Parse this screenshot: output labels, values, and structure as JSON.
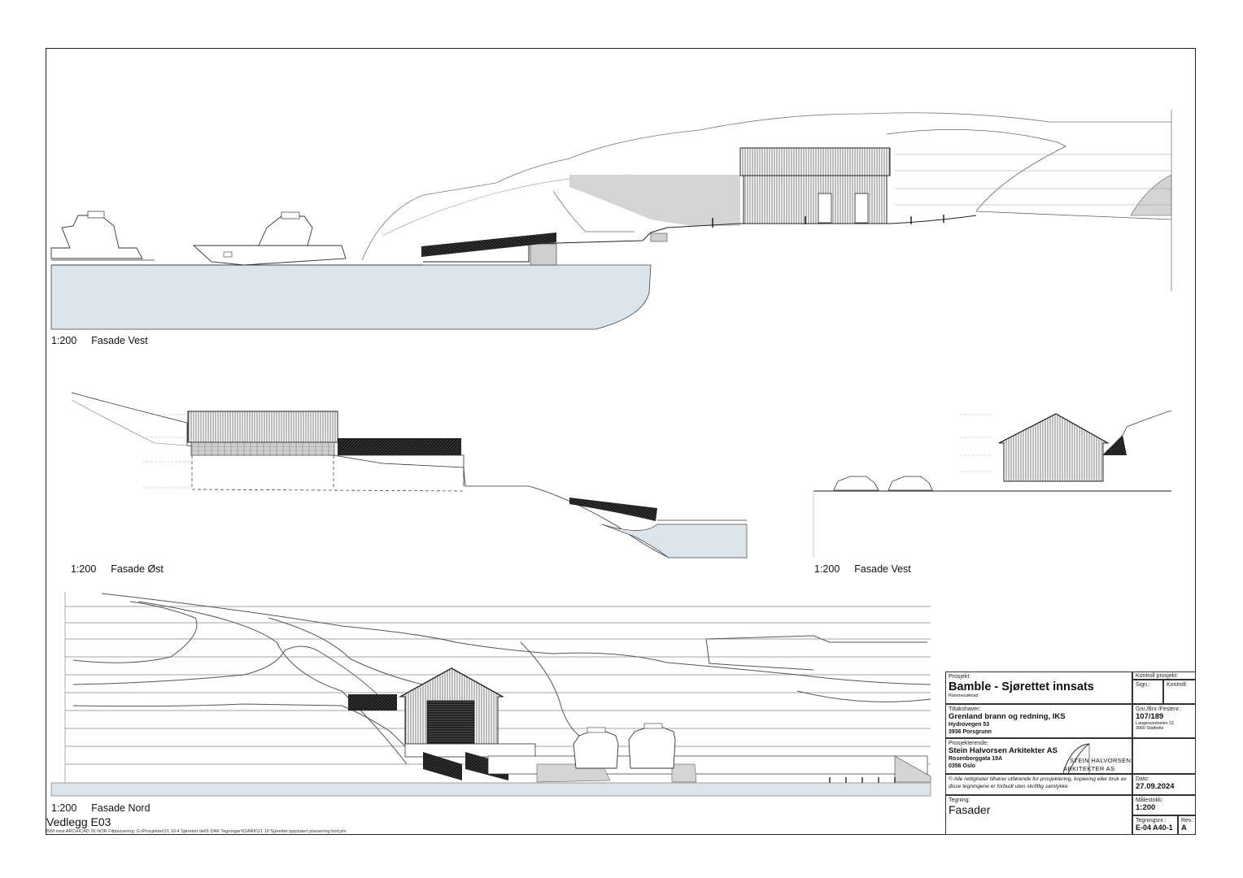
{
  "views": [
    {
      "scale": "1:200",
      "title": "Fasade Vest"
    },
    {
      "scale": "1:200",
      "title": "Fasade Øst"
    },
    {
      "scale": "1:200",
      "title": "Fasade Vest"
    },
    {
      "scale": "1:200",
      "title": "Fasade Nord"
    }
  ],
  "vedlegg": "Vedlegg E03",
  "filepath": "BIM med ARCHICAD 26 NOR Filplassering: G:\\Prosjekter\\21 10.4 Sjørettet del\\6 DAK Tegninger\\62ARK\\21 10 Sjørettet oppdatert plassering bod.pln",
  "titleblock": {
    "prosjekt_label": "Prosjekt:",
    "prosjekt": "Bamble - Sjørettet innsats",
    "prosjekt_sub": "Rammesøknad",
    "kontroll_label": "Kontroll prosjekt:",
    "sign_label": "Sign.:",
    "kontroll_sub_label": "Kontroll:",
    "tiltakshaver_label": "Tiltakshaver:",
    "tiltakshaver": "Grenland brann og redning, IKS",
    "tiltakshaver_addr1": "Hydrovegen 53",
    "tiltakshaver_addr2": "3936 Porsgrunn",
    "gnr_label": "Gnr./Bnr./Festenr.:",
    "gnr": "107/189",
    "gnr_addr1": "Langesundveien 12",
    "gnr_addr2": "3960 Stathelle",
    "prosjekterende_label": "Prosjekterende:",
    "prosjekterende": "Stein Halvorsen Arkitekter AS",
    "prosjekterende_addr1": "Rosenborggata 19A",
    "prosjekterende_addr2": "0356 Oslo",
    "logo_line1": "STEIN HALVORSEN",
    "logo_line2": "ARKITEKTER AS",
    "note": "© Alle rettigheter tilhører utførende for prosjektering, kopiering eller bruk av disse tegningene er forbudt uten skriftlig samtykke",
    "dato_label": "Dato:",
    "dato": "27.09.2024",
    "malestokk_label": "Målestokk:",
    "malestokk": "1:200",
    "tegning_label": "Tegning:",
    "tegning": "Fasader",
    "tegningsnr_label": "Tegningsnr.:",
    "tegningsnr": "E-04 A40-1",
    "rev_label": "Rev.:",
    "rev": "A"
  },
  "colors": {
    "water": "#dde5ec",
    "line": "#222222",
    "hatch": "#1a1a1a",
    "grey": "#d4d4d4"
  }
}
